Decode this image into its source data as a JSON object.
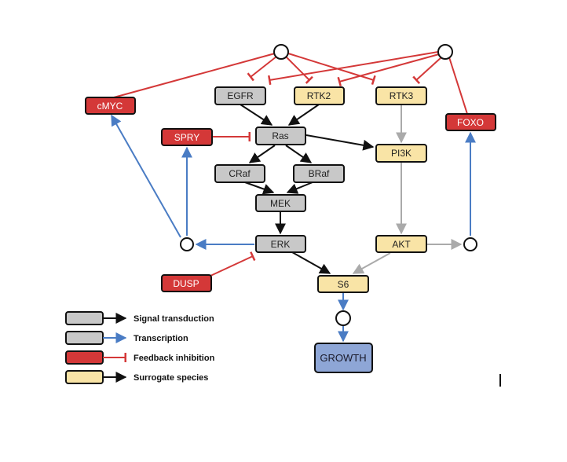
{
  "colors": {
    "signal_fill": "#c8c8c8",
    "surrogate_fill": "#f9e4a6",
    "feedback_fill": "#d43838",
    "growth_fill": "#8ea6d6",
    "black_edge": "#111111",
    "blue_edge": "#4a7cc4",
    "red_edge": "#d43838",
    "grey_edge": "#aaaaaa"
  },
  "nodes": {
    "egfr": "EGFR",
    "rtk2": "RTK2",
    "rtk3": "RTK3",
    "cmyc": "cMYC",
    "foxo": "FOXO",
    "spry": "SPRY",
    "ras": "Ras",
    "pi3k": "PI3K",
    "craf": "CRaf",
    "braf": "BRaf",
    "mek": "MEK",
    "erk": "ERK",
    "akt": "AKT",
    "dusp": "DUSP",
    "s6": "S6",
    "growth": "GROWTH"
  },
  "legend": {
    "signal_transduction": "Signal transduction",
    "transcription": "Transcription",
    "feedback_inhibition": "Feedback inhibition",
    "surrogate_species": "Surrogate species"
  }
}
